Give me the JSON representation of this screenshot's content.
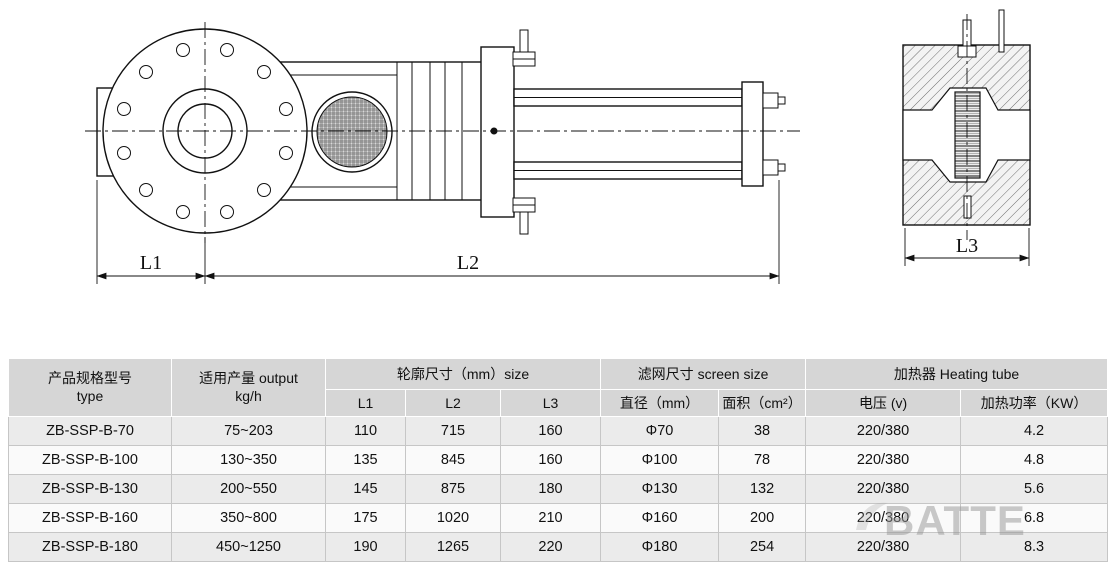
{
  "drawing": {
    "dim_l1": "L1",
    "dim_l2": "L2",
    "dim_l3": "L3"
  },
  "watermark": {
    "text": "BATTE"
  },
  "colors": {
    "header_bg": "#d6d6d6"
  },
  "table": {
    "headers": {
      "model_zh": "产品规格型号",
      "model_en": "type",
      "output_zh": "适用产量 output",
      "output_unit": "kg/h",
      "size_group": "轮廓尺寸（mm）size",
      "size_l1": "L1",
      "size_l2": "L2",
      "size_l3": "L3",
      "screen_group": "滤网尺寸 screen size",
      "screen_diameter": "直径（mm）",
      "screen_area": "面积（cm²）",
      "heater_group": "加热器 Heating tube",
      "heater_voltage": "电压 (v)",
      "heater_power": "加热功率（KW）"
    },
    "rows": [
      {
        "cells": [
          "ZB-SSP-B-70",
          "75~203",
          "110",
          "715",
          "160",
          "Φ70",
          "38",
          "220/380",
          "4.2"
        ]
      },
      {
        "cells": [
          "ZB-SSP-B-100",
          "130~350",
          "135",
          "845",
          "160",
          "Φ100",
          "78",
          "220/380",
          "4.8"
        ]
      },
      {
        "cells": [
          "ZB-SSP-B-130",
          "200~550",
          "145",
          "875",
          "180",
          "Φ130",
          "132",
          "220/380",
          "5.6"
        ]
      },
      {
        "cells": [
          "ZB-SSP-B-160",
          "350~800",
          "175",
          "1020",
          "210",
          "Φ160",
          "200",
          "220/380",
          "6.8"
        ]
      },
      {
        "cells": [
          "ZB-SSP-B-180",
          "450~1250",
          "190",
          "1265",
          "220",
          "Φ180",
          "254",
          "220/380",
          "8.3"
        ]
      }
    ]
  }
}
